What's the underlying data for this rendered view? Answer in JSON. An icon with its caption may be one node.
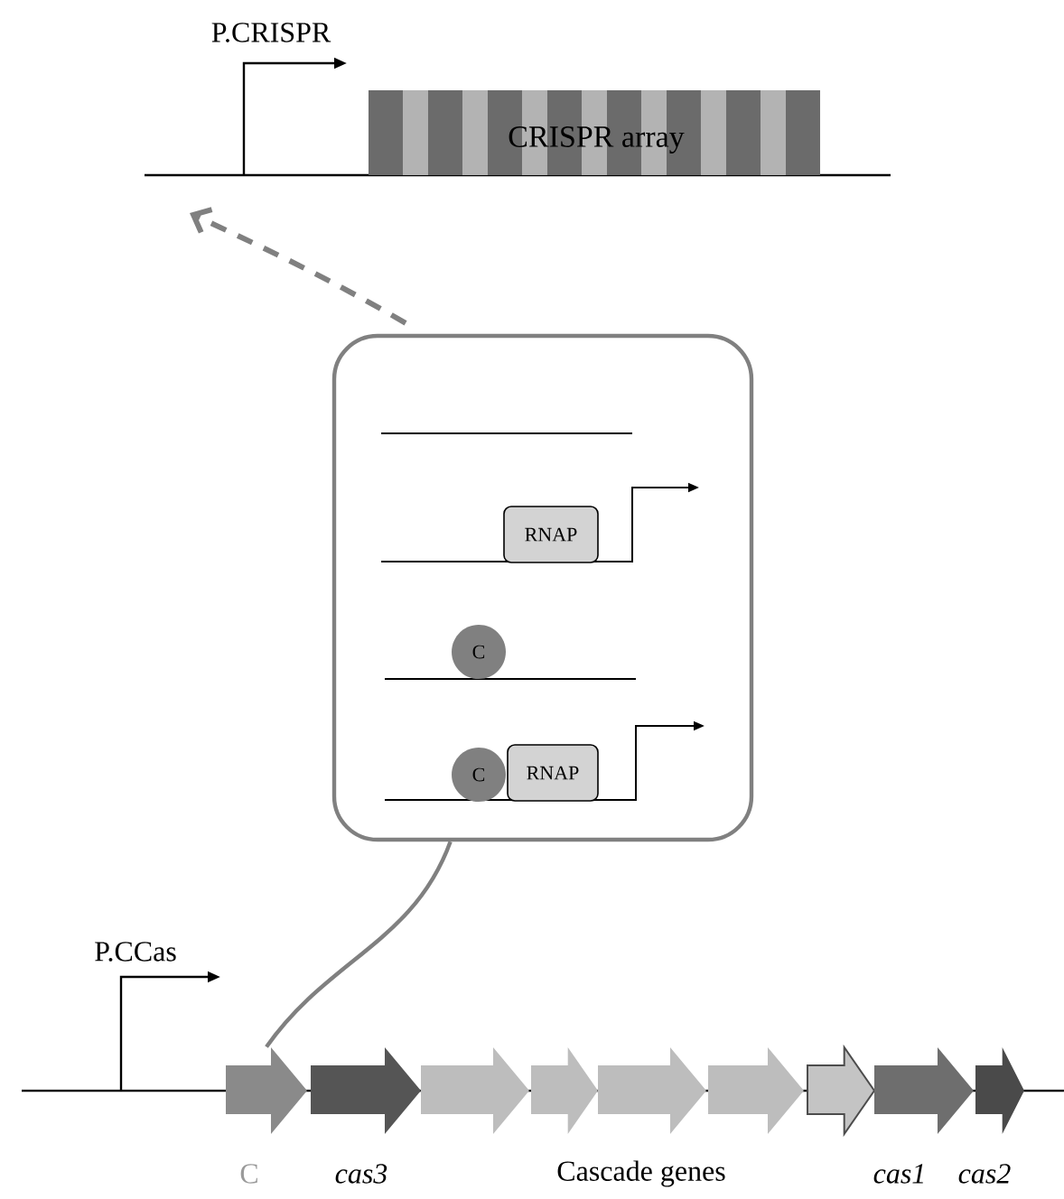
{
  "diagram": {
    "nodes": [
      {
        "text": [
          "CRISPR array"
        ]
      },
      {
        "text": [],
        "shape": "box"
      },
      {
        "text": [
          "RNAP"
        ],
        "in": 1
      },
      {
        "text": [
          "C"
        ],
        "in": 1
      },
      {
        "text": [
          "C"
        ],
        "in": 1
      },
      {
        "text": [
          "RNAP"
        ],
        "in": 1
      },
      {
        "text": [],
        "shape": "arrow",
        "beside": [
          "C"
        ]
      }
    ],
    "edges": [
      {
        "from": 1,
        "to": null,
        "arrow": "to",
        "style": "dashed"
      },
      {
        "from": 6,
        "to": 1,
        "arrow": "none"
      }
    ],
    "labels": [
      "P.CRISPR",
      "P.CCas",
      "cas3",
      "Cascade genes",
      "cas1",
      "cas2"
    ]
  }
}
